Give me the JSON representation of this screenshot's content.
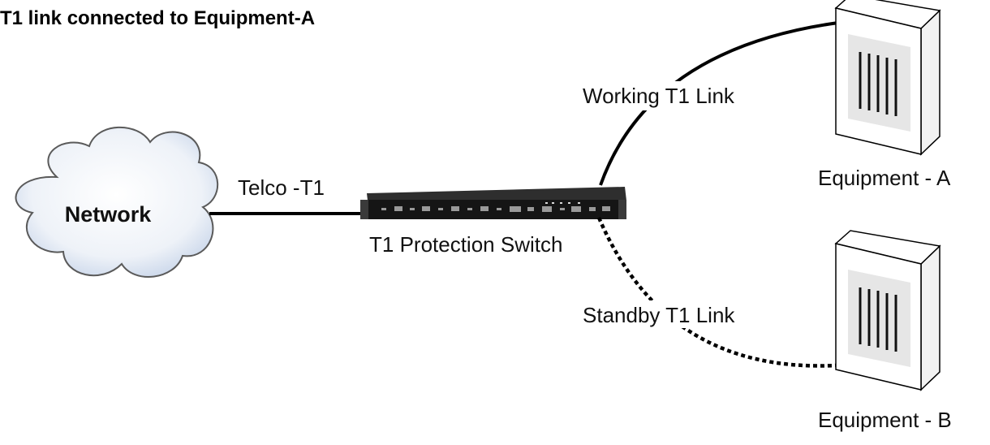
{
  "title": "T1 link connected to Equipment-A",
  "network": {
    "label": "Network"
  },
  "links": {
    "telco": "Telco -T1",
    "working": "Working T1 Link",
    "standby": "Standby T1 Link"
  },
  "switch": {
    "label": "T1 Protection Switch"
  },
  "equipment": [
    {
      "label": "Equipment - A"
    },
    {
      "label": "Equipment - B"
    }
  ],
  "colors": {
    "line": "#000000",
    "cloud_fill": "#dfe7f3",
    "cloud_stroke": "#5a5a5a",
    "switch_body": "#151515",
    "equipment_face": "#ffffff",
    "equipment_panel": "#e6e6e6",
    "equipment_side": "#f2f2f2",
    "slot": "#111111"
  }
}
